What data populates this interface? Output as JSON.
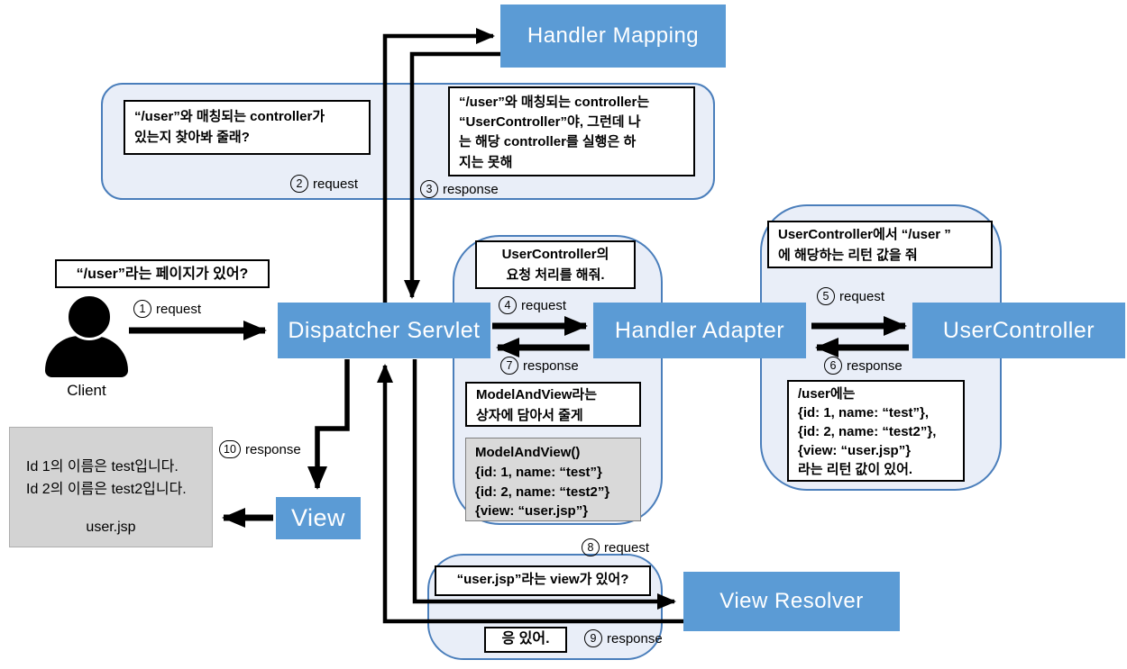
{
  "colors": {
    "node_blue": "#5b9bd5",
    "bubble_fill": "#e9eef8",
    "bubble_border": "#4a7ebb",
    "gray_fill": "#d9d9d9",
    "arrow_black": "#000000"
  },
  "nodes": {
    "handler_mapping": "Handler Mapping",
    "dispatcher_servlet": "Dispatcher Servlet",
    "handler_adapter": "Handler Adapter",
    "user_controller": "UserController",
    "view": "View",
    "view_resolver": "View Resolver"
  },
  "client": {
    "label": "Client",
    "question": "“/user”라는 페이지가 있어?"
  },
  "speech": {
    "handler_mapping_request": "“/user”와 매칭되는 controller가\n있는지 찾아봐 줄래?",
    "handler_mapping_response": "“/user”와 매칭되는 controller는\n“UserController”야, 그런데 나\n는 해당 controller를 실행은 하\n지는 못해",
    "handler_adapter_request": "UserController의\n요청 처리를 해줘.",
    "handler_adapter_response": "ModelAndView라는\n상자에 담아서 줄게",
    "model_and_view": "ModelAndView()\n{id: 1, name: “test”}\n{id: 2, name: “test2”}\n{view: “user.jsp”}",
    "user_controller_request": "UserController에서 “/user ”\n에 해당하는 리턴 값을 줘",
    "user_controller_response": "/user에는\n{id: 1, name: “test”},\n{id: 2, name: “test2”},\n{view: “user.jsp”}\n라는 리턴 값이 있어.",
    "view_resolver_question": "“user.jsp”라는 view가 있어?",
    "view_resolver_answer": "응 있어."
  },
  "jsp_preview": {
    "content": "Id 1의 이름은 test입니다.\nId 2의 이름은 test2입니다.",
    "filename": "user.jsp"
  },
  "flow": {
    "f1": {
      "n": "1",
      "t": "request"
    },
    "f2": {
      "n": "2",
      "t": "request"
    },
    "f3": {
      "n": "3",
      "t": "response"
    },
    "f4": {
      "n": "4",
      "t": "request"
    },
    "f5": {
      "n": "5",
      "t": "request"
    },
    "f6": {
      "n": "6",
      "t": "response"
    },
    "f7": {
      "n": "7",
      "t": "response"
    },
    "f8": {
      "n": "8",
      "t": "request"
    },
    "f9": {
      "n": "9",
      "t": "response"
    },
    "f10": {
      "n": "10",
      "t": "response"
    }
  }
}
